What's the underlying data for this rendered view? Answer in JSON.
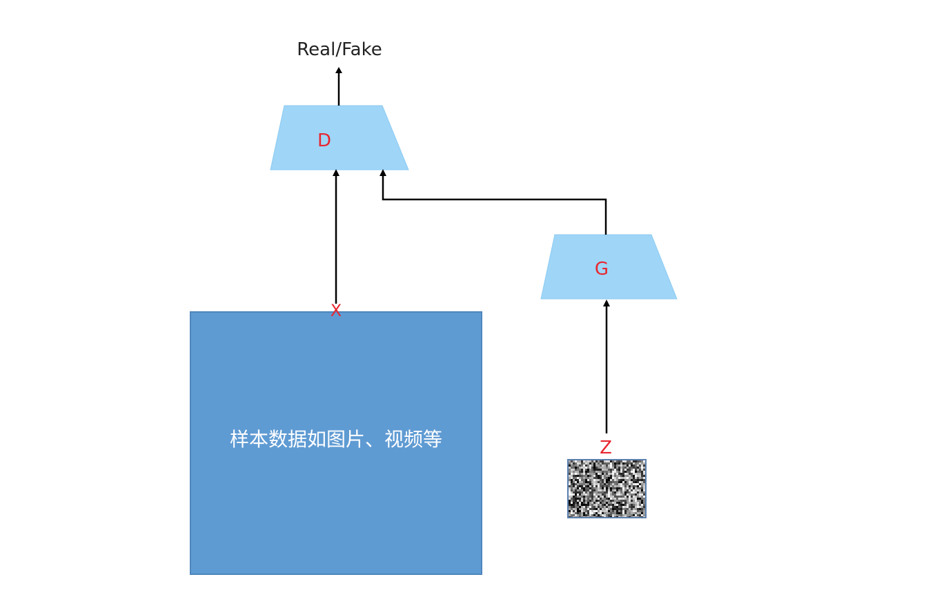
{
  "diagram": {
    "output_label": "Real/Fake",
    "discriminator_label": "D",
    "generator_label": "G",
    "real_input_label": "X",
    "noise_input_label": "Z",
    "sample_box_label": "样本数据如图片、视频等"
  },
  "colors": {
    "trapezoid_fill": "#9fd5f7",
    "trapezoid_stroke": "#8ccbf2",
    "sample_box_fill": "#5f9bd3",
    "sample_box_stroke": "#4f86bd",
    "node_label": "#e8262f",
    "output_label": "#222222",
    "sample_text": "#ffffff",
    "arrow": "#000000"
  }
}
